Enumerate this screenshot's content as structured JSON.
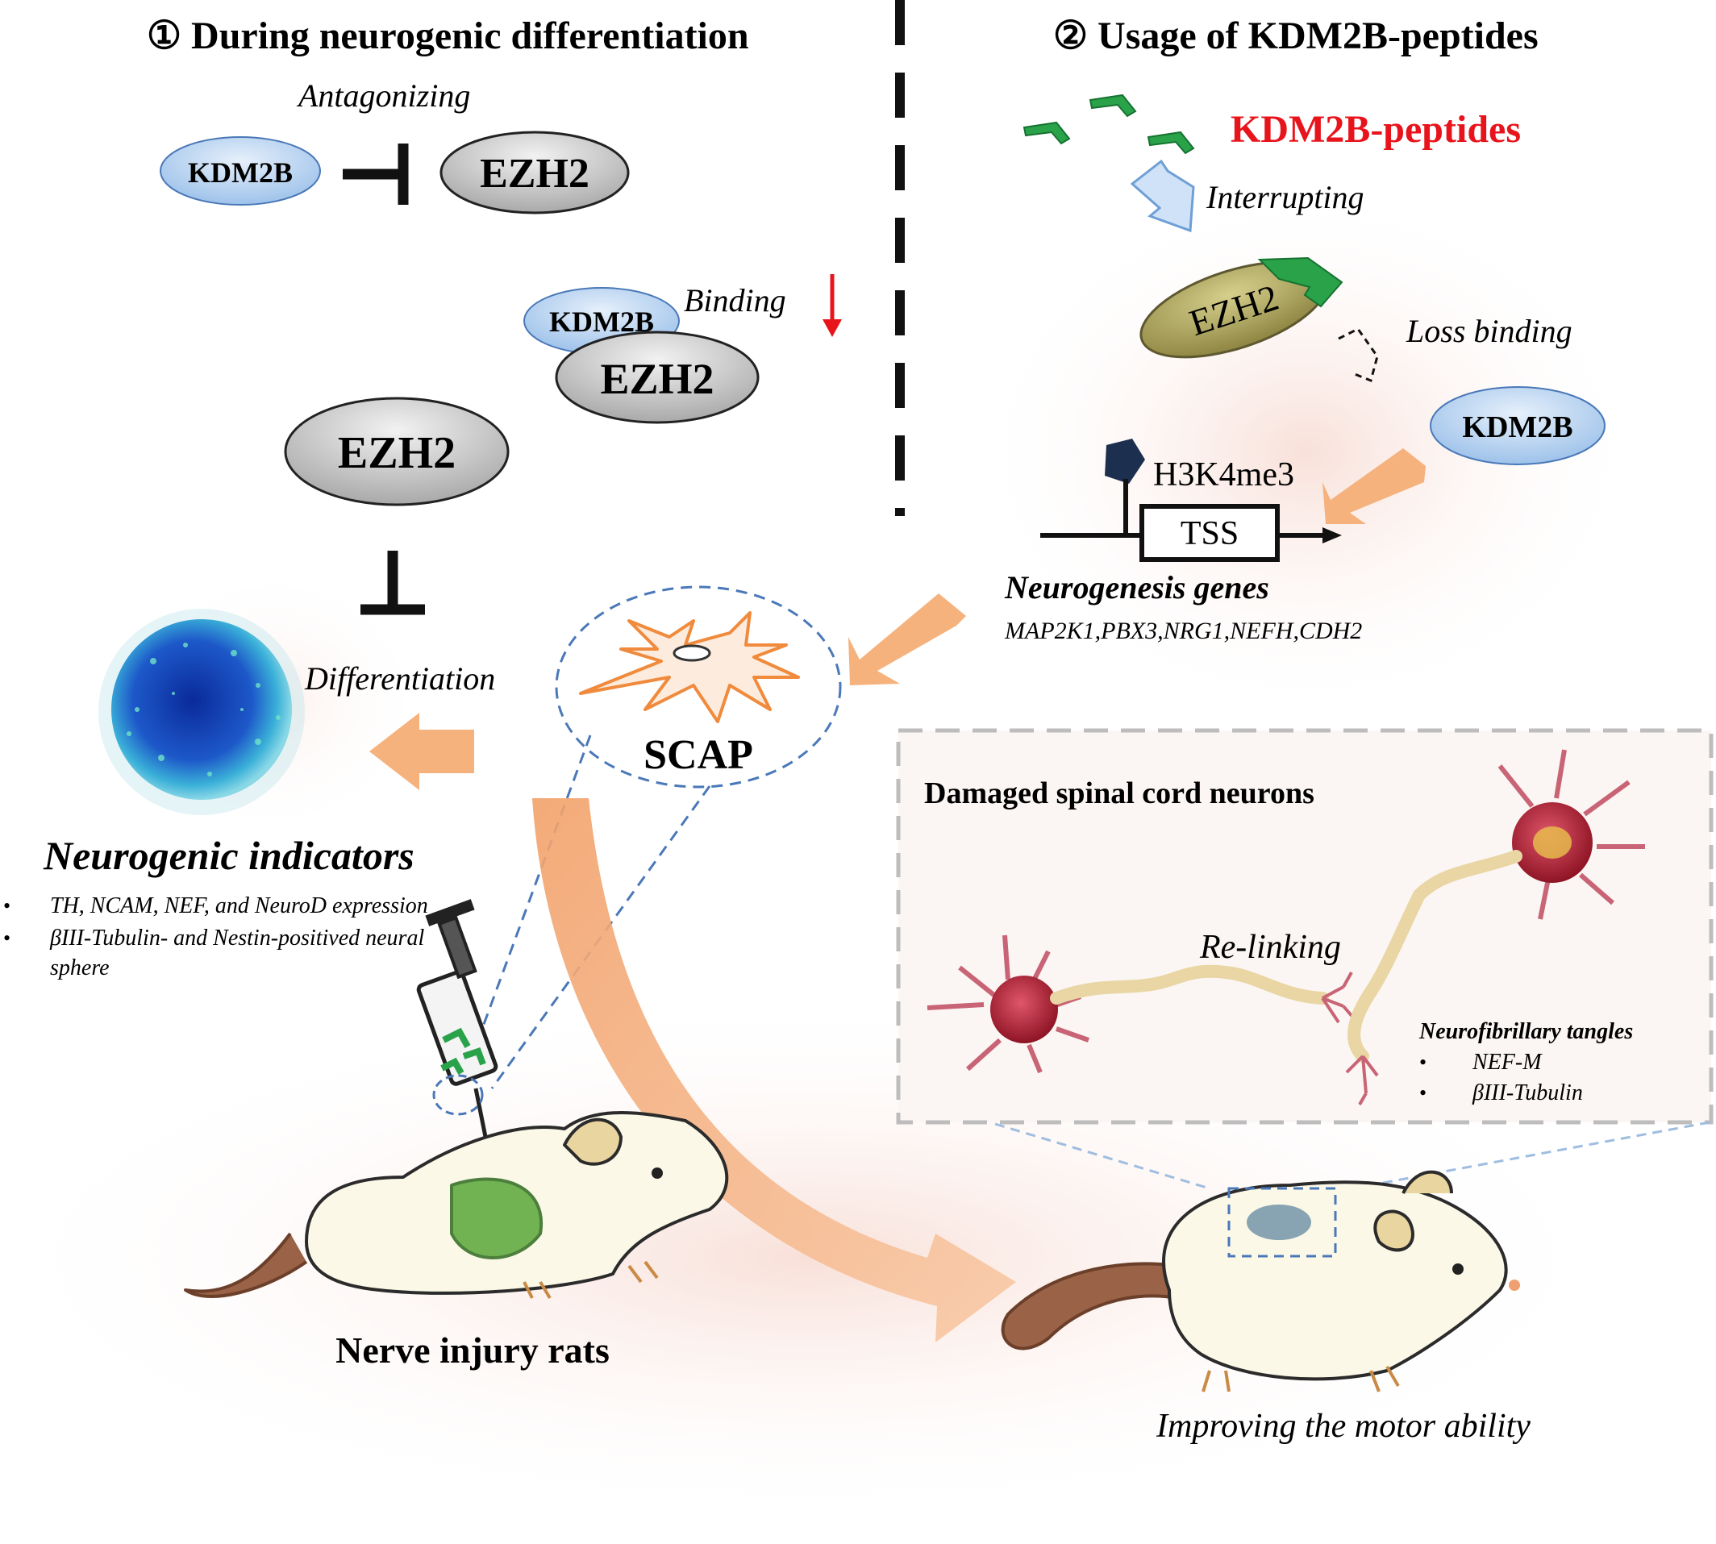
{
  "colors": {
    "accent_red": "#e8141c",
    "ellipse_blue": "#bcd6f2",
    "ellipse_gray": "#cfcfcf",
    "ezh2_olive": "#a9a059",
    "peptide_green": "#2aa24a",
    "arrow_orange": "#f5b27d",
    "dash_blue": "#4a78b8",
    "rat_white": "#fbf8e8"
  },
  "left_panel": {
    "title": "① During neurogenic differentiation",
    "antagonizing_label": "Antagonizing",
    "kdm2b_top": "KDM2B",
    "ezh2_top": "EZH2",
    "binding_label": "Binding",
    "kdm2b_complex": "KDM2B",
    "ezh2_complex": "EZH2",
    "ezh2_free": "EZH2",
    "differentiation_label": "Differentiation",
    "scap_label": "SCAP",
    "indicators_title": "Neurogenic indicators",
    "indicators": [
      "TH, NCAM, NEF, and NeuroD expression",
      "βIII-Tubulin- and Nestin-positived neural",
      "sphere"
    ],
    "rats_label": "Nerve injury rats"
  },
  "right_panel": {
    "title": "② Usage of KDM2B-peptides",
    "peptides_label": "KDM2B-peptides",
    "interrupting_label": "Interrupting",
    "ezh2_bound": "EZH2",
    "loss_binding_label": "Loss binding",
    "kdm2b_label": "KDM2B",
    "h3k4me3_label": "H3K4me3",
    "tss_label": "TSS",
    "genes_title": "Neurogenesis genes",
    "genes_list": "MAP2K1,PBX3,NRG1,NEFH,CDH2",
    "inset_title": "Damaged spinal cord neurons",
    "relinking_label": "Re-linking",
    "tangles_title": "Neurofibrillary tangles",
    "tangles": [
      "NEF-M",
      "βIII-Tubulin"
    ],
    "motor_label": "Improving the motor ability"
  }
}
